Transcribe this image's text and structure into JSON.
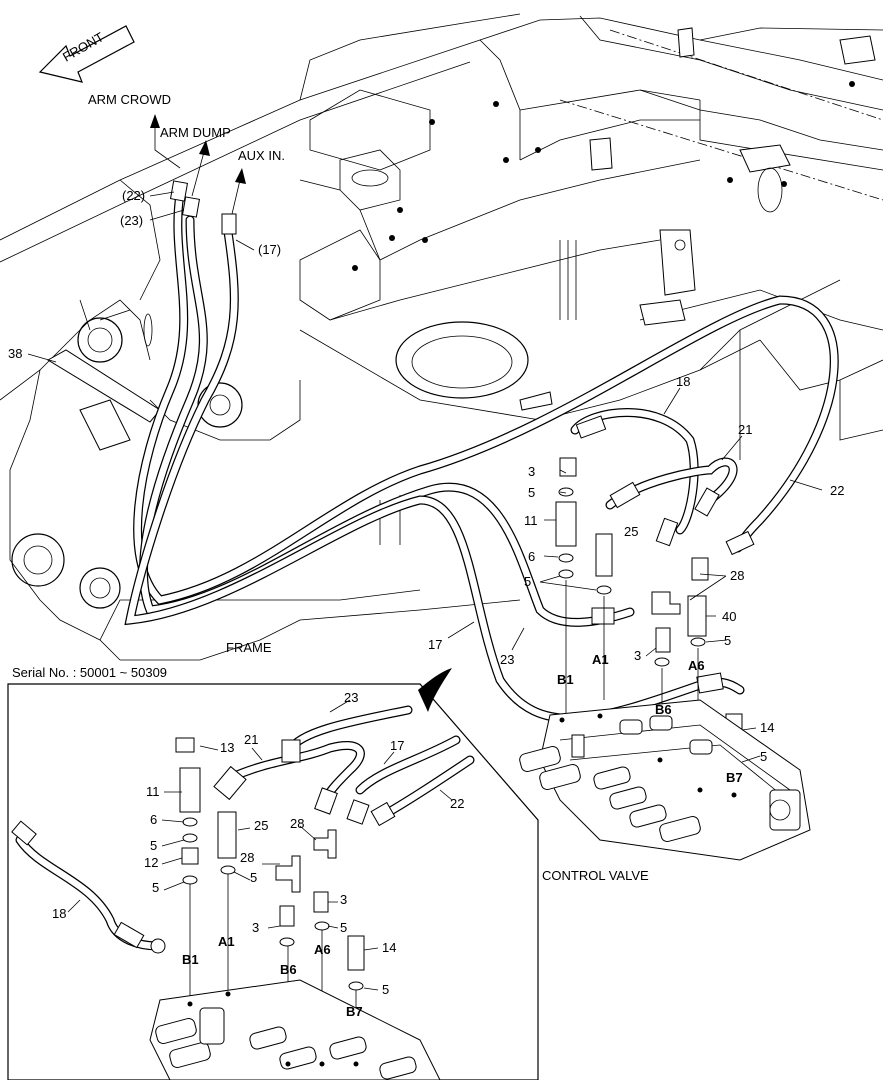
{
  "labels": {
    "front": "FRONT",
    "arm_crowd": "ARM CROWD",
    "arm_dump": "ARM DUMP",
    "aux_in": "AUX IN.",
    "frame": "FRAME",
    "control_valve": "CONTROL VALVE",
    "serial": "Serial No. : 50001 ~ 50309"
  },
  "callouts_main": {
    "c22p": "(22)",
    "c23p": "(23)",
    "c17p": "(17)",
    "c38": "38",
    "c18": "18",
    "c21": "21",
    "c22": "22",
    "c3a": "3",
    "c5a": "5",
    "c11": "11",
    "c25": "25",
    "c6": "6",
    "c5b": "5",
    "c28": "28",
    "c40": "40",
    "c17": "17",
    "c23": "23",
    "c5c": "5",
    "c3b": "3",
    "c14": "14",
    "c5d": "5"
  },
  "ports_main": {
    "b1": "B1",
    "a1": "A1",
    "a6": "A6",
    "b6": "B6",
    "b7": "B7"
  },
  "callouts_inset": {
    "c23": "23",
    "c21": "21",
    "c17": "17",
    "c22": "22",
    "c13": "13",
    "c11": "11",
    "c6": "6",
    "c5a": "5",
    "c12": "12",
    "c5b": "5",
    "c18": "18",
    "c25": "25",
    "c28a": "28",
    "c5c": "5",
    "c3a": "3",
    "c28b": "28",
    "c3b": "3",
    "c5d": "5",
    "c14": "14",
    "c5e": "5"
  },
  "ports_inset": {
    "b1": "B1",
    "a1": "A1",
    "b6": "B6",
    "a6": "A6",
    "b7": "B7"
  },
  "icons": {
    "front_arrow": "front-arrow-icon",
    "flow_arrow": "flow-arrow-icon"
  }
}
